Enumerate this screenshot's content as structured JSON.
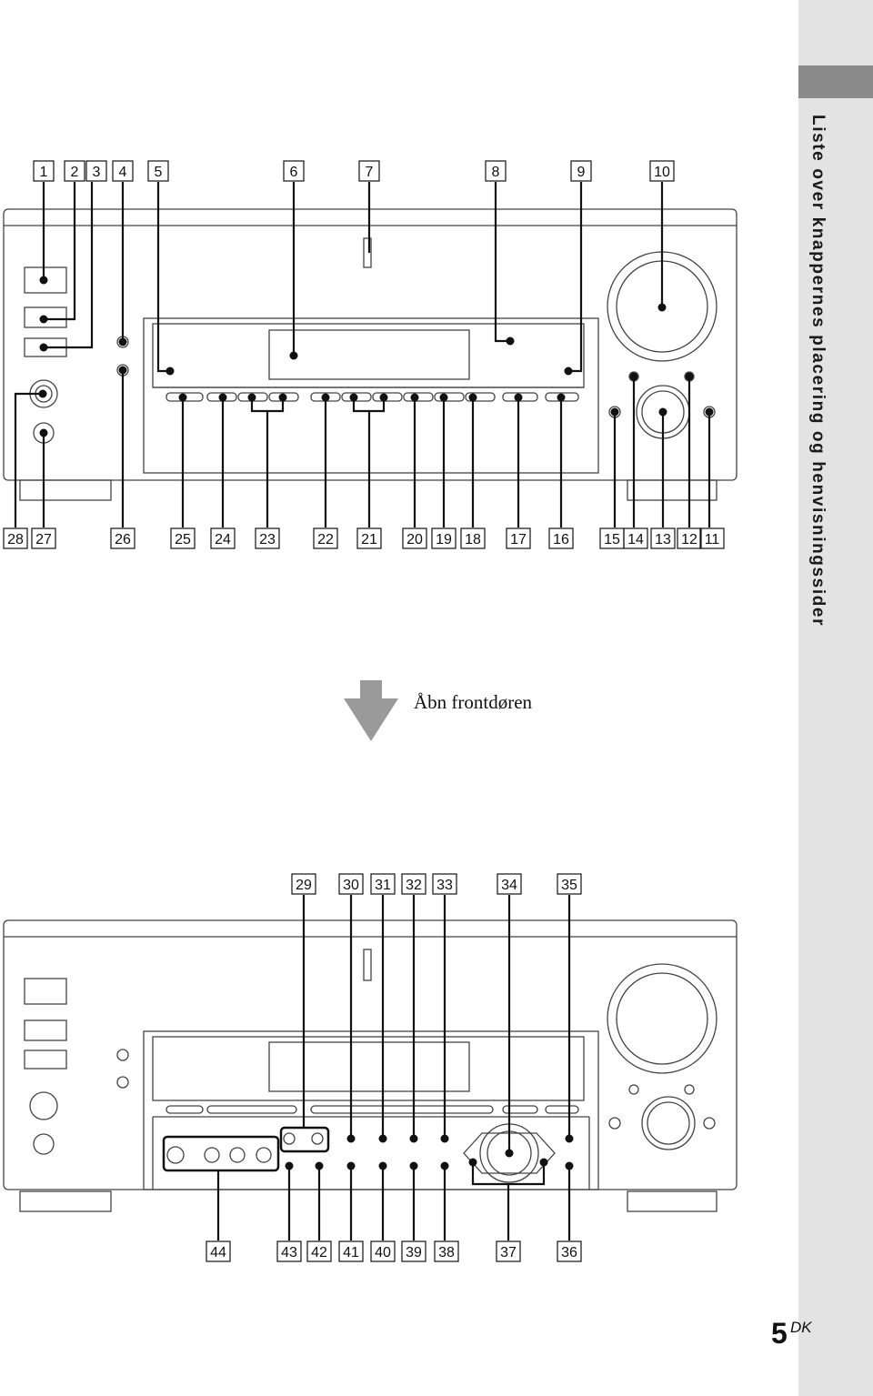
{
  "sidebar": {
    "title": "Liste over knappernes placering og henvisningssider"
  },
  "open_door_caption": "Åbn frontdøren",
  "page_number": {
    "number": "5",
    "suffix": "DK"
  },
  "callouts_top": [
    "1",
    "2",
    "3",
    "4",
    "5",
    "6",
    "7",
    "8",
    "9",
    "10",
    "11",
    "12",
    "13",
    "14",
    "15",
    "16",
    "17",
    "18",
    "19",
    "20",
    "21",
    "22",
    "23",
    "24",
    "25",
    "26",
    "27",
    "28"
  ],
  "callouts_bottom": [
    "29",
    "30",
    "31",
    "32",
    "33",
    "34",
    "35",
    "36",
    "37",
    "38",
    "39",
    "40",
    "41",
    "42",
    "43",
    "44"
  ]
}
